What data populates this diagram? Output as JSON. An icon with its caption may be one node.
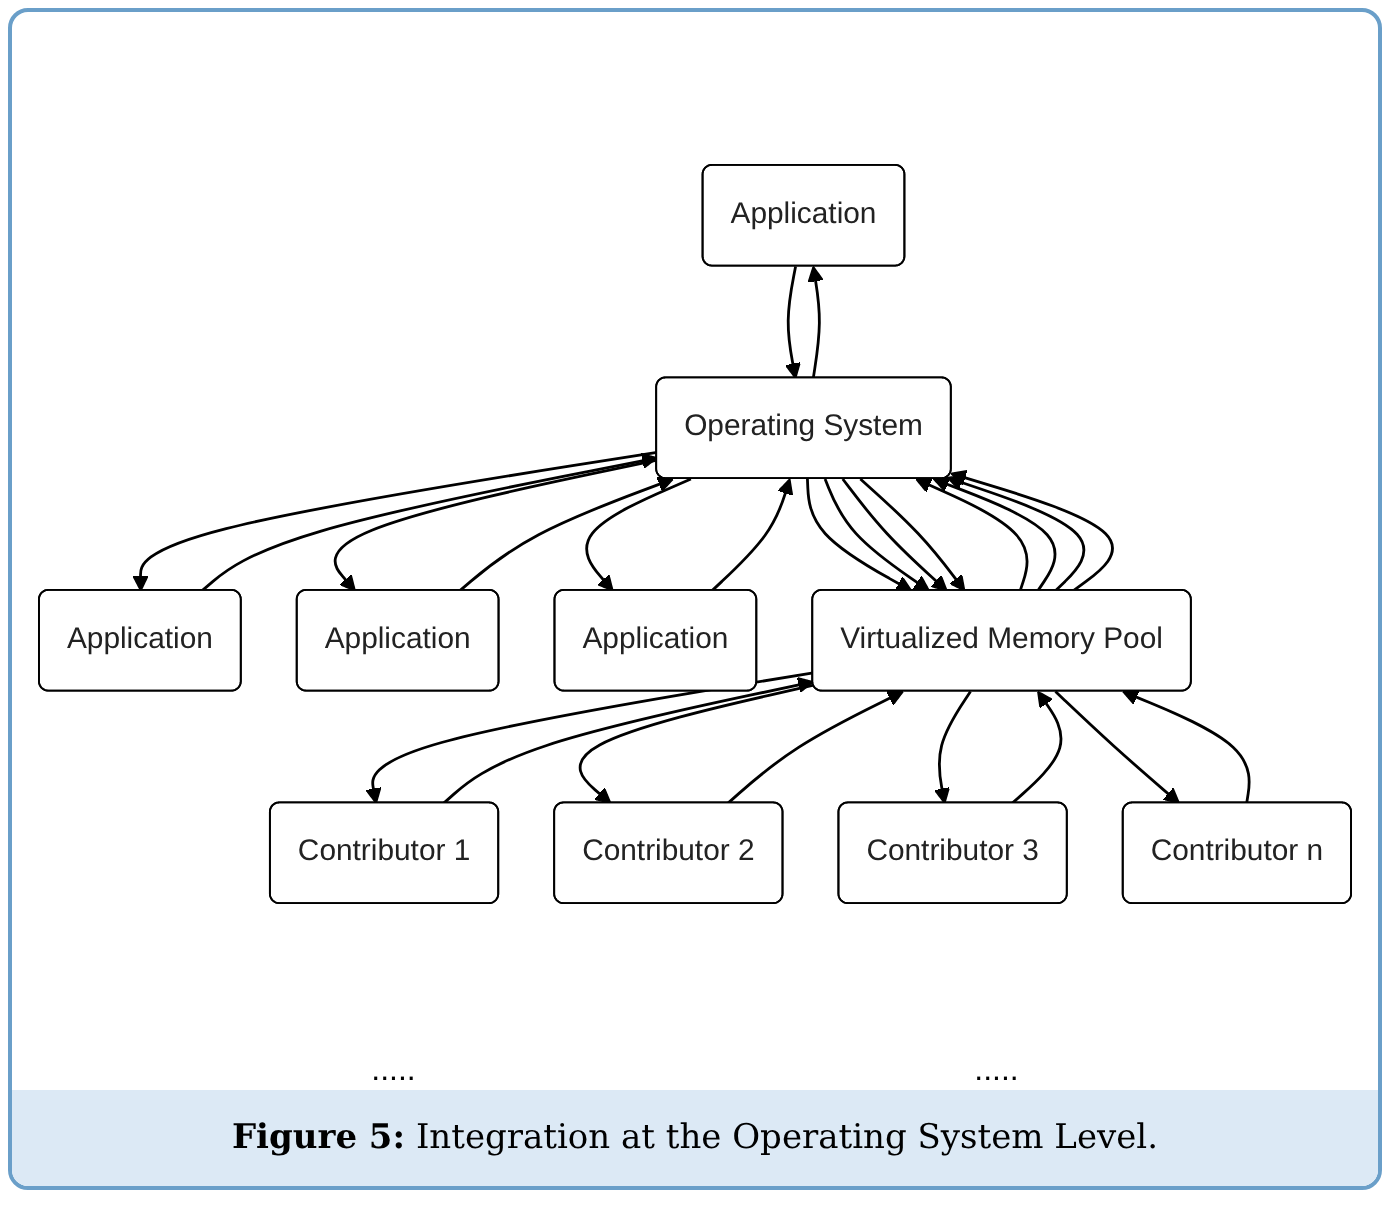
{
  "diagram": {
    "caption": "**Figure 5:** Integration at the Operating System Level.",
    "nodes": [
      {
        "text": [
          "Application"
        ]
      },
      {
        "text": [
          "Application"
        ]
      },
      {
        "text": [
          "Application"
        ]
      },
      {
        "text": [
          "Application"
        ]
      },
      {
        "text": [
          "Operating System"
        ]
      },
      {
        "text": [
          "Virtualized Memory Pool"
        ]
      },
      {
        "text": [
          "Contributor 1"
        ]
      },
      {
        "text": [
          "Contributor 2"
        ]
      },
      {
        "text": [
          "Contributor 3"
        ]
      },
      {
        "text": [
          "Contributor n"
        ]
      }
    ],
    "edges": [
      {
        "from": 0,
        "to": 4,
        "arrow": "to"
      },
      {
        "from": 4,
        "to": 0,
        "arrow": "to"
      },
      {
        "from": 1,
        "to": 4,
        "arrow": "to"
      },
      {
        "from": 4,
        "to": 1,
        "arrow": "to"
      },
      {
        "from": 2,
        "to": 4,
        "arrow": "to"
      },
      {
        "from": 4,
        "to": 2,
        "arrow": "to"
      },
      {
        "from": 3,
        "to": 4,
        "arrow": "to"
      },
      {
        "from": 4,
        "to": 3,
        "arrow": "to"
      },
      {
        "from": 4,
        "to": 5,
        "arrow": "to"
      },
      {
        "from": 5,
        "to": 4,
        "arrow": "to"
      },
      {
        "from": 4,
        "to": 5,
        "arrow": "to"
      },
      {
        "from": 5,
        "to": 4,
        "arrow": "to"
      },
      {
        "from": 4,
        "to": 5,
        "arrow": "to"
      },
      {
        "from": 5,
        "to": 4,
        "arrow": "to"
      },
      {
        "from": 4,
        "to": 5,
        "arrow": "to"
      },
      {
        "from": 5,
        "to": 4,
        "arrow": "to"
      },
      {
        "from": 5,
        "to": 6,
        "arrow": "to"
      },
      {
        "from": 6,
        "to": 5,
        "arrow": "to"
      },
      {
        "from": 5,
        "to": 7,
        "arrow": "to"
      },
      {
        "from": 7,
        "to": 5,
        "arrow": "to"
      },
      {
        "from": 5,
        "to": 8,
        "arrow": "to"
      },
      {
        "from": 8,
        "to": 5,
        "arrow": "to"
      },
      {
        "from": 5,
        "to": 9,
        "arrow": "to"
      },
      {
        "from": 9,
        "to": 5,
        "arrow": "to"
      }
    ],
    "labels": [
      ".....",
      "....."
    ]
  }
}
